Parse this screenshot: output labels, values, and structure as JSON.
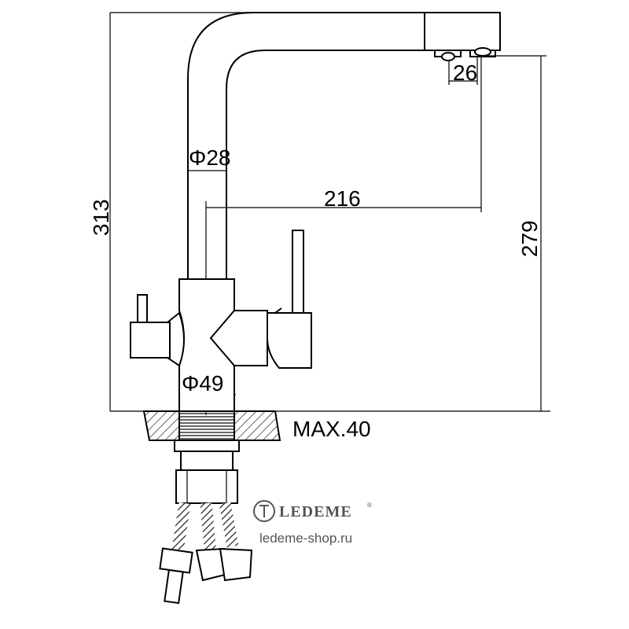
{
  "dimensions": {
    "total_height": "313",
    "spout_height": "279",
    "spout_reach": "216",
    "pipe_diameter": "Φ28",
    "base_diameter": "Φ49",
    "outlet_spacing": "26",
    "max_mount_thickness": "MAX.40"
  },
  "brand": {
    "name": "LEDEME",
    "registered_mark": "®",
    "website": "ledeme-shop.ru"
  },
  "colors": {
    "line": "#000000",
    "brand_text": "#555555"
  },
  "icons": [
    "ledeme-logo-icon"
  ]
}
